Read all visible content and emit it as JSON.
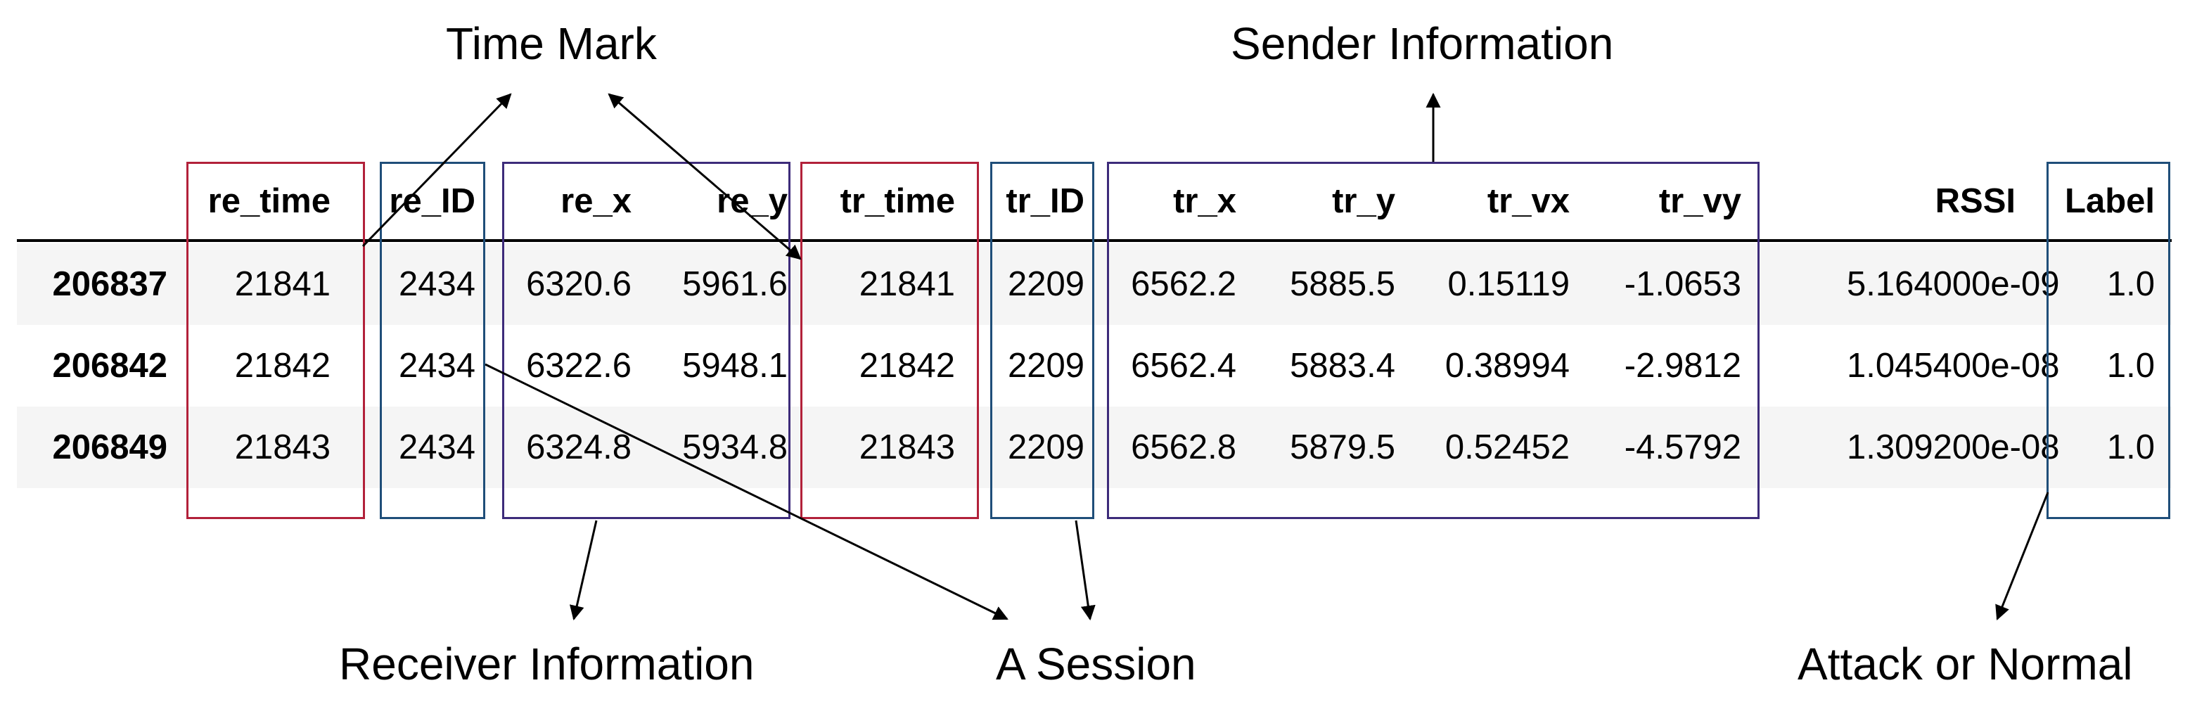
{
  "table": {
    "columns": [
      "re_time",
      "re_ID",
      "re_x",
      "re_y",
      "tr_time",
      "tr_ID",
      "tr_x",
      "tr_y",
      "tr_vx",
      "tr_vy",
      "RSSI",
      "Label"
    ],
    "rows": [
      {
        "index": "206837",
        "cells": [
          "21841",
          "2434",
          "6320.6",
          "5961.6",
          "21841",
          "2209",
          "6562.2",
          "5885.5",
          "0.15119",
          "-1.0653",
          "5.164000e-09",
          "1.0"
        ]
      },
      {
        "index": "206842",
        "cells": [
          "21842",
          "2434",
          "6322.6",
          "5948.1",
          "21842",
          "2209",
          "6562.4",
          "5883.4",
          "0.38994",
          "-2.9812",
          "1.045400e-08",
          "1.0"
        ]
      },
      {
        "index": "206849",
        "cells": [
          "21843",
          "2434",
          "6324.8",
          "5934.8",
          "21843",
          "2209",
          "6562.8",
          "5879.5",
          "0.52452",
          "-4.5792",
          "1.309200e-08",
          "1.0"
        ]
      }
    ]
  },
  "annotations": {
    "time_mark": "Time Mark",
    "sender_information": "Sender Information",
    "receiver_information": "Receiver Information",
    "a_session": "A Session",
    "attack_or_normal": "Attack or Normal"
  },
  "colors": {
    "time_box": "#b2213a",
    "id_box": "#1f4e79",
    "info_box": "#3d2b7a",
    "text": "#000000",
    "row_shade": "#f5f5f5"
  }
}
